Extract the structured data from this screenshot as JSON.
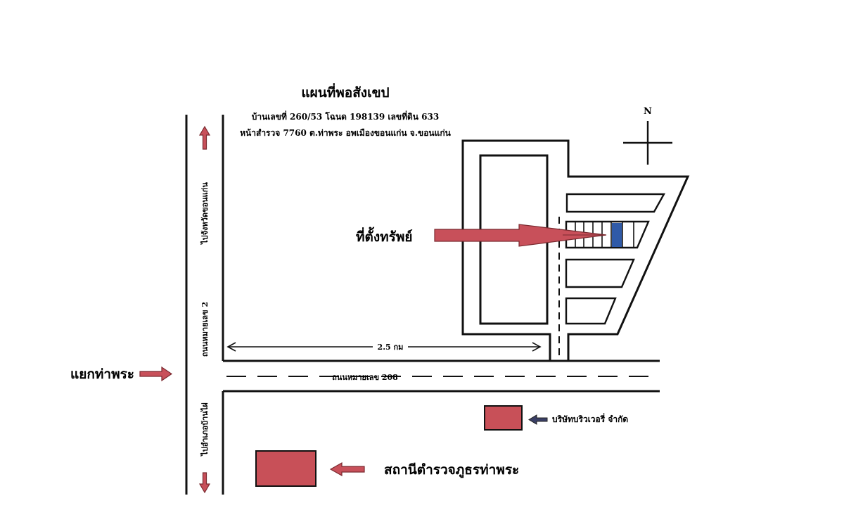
{
  "map": {
    "title": "แผนที่พอสังเขป",
    "subtitle_line1": "บ้านเลขที่ 260/53  โฉนด 198139 เลขที่ดิน 633",
    "subtitle_line2": "หน้าสำรวจ 7760 ต.ท่าพระ อพเมืองขอนแก่น จ.ขอนแก่น",
    "north_label": "N",
    "property_label": "ที่ตั้งทรัพย์",
    "junction_label": "แยกท่าพระ",
    "road_north_label": "ไปจังหวัดขอนแก่น",
    "road_south_label": "ไปอำเภอบ้านไผ่",
    "highway2_label": "ถนนหมายเลข 2",
    "highway208_label": "ถนนหมายเลข 208",
    "distance_label": "2.5 กม",
    "brewery_label": "บริษัทบริวเวอรี่ จำกัด",
    "police_label": "สถานีตำรวจภูธรท่าพระ"
  },
  "colors": {
    "arrow_fill": "#c8505a",
    "arrow_stroke": "#7a2a30",
    "building_fill": "#c85058",
    "property_plot": "#2f5aa8",
    "line": "#111111"
  }
}
